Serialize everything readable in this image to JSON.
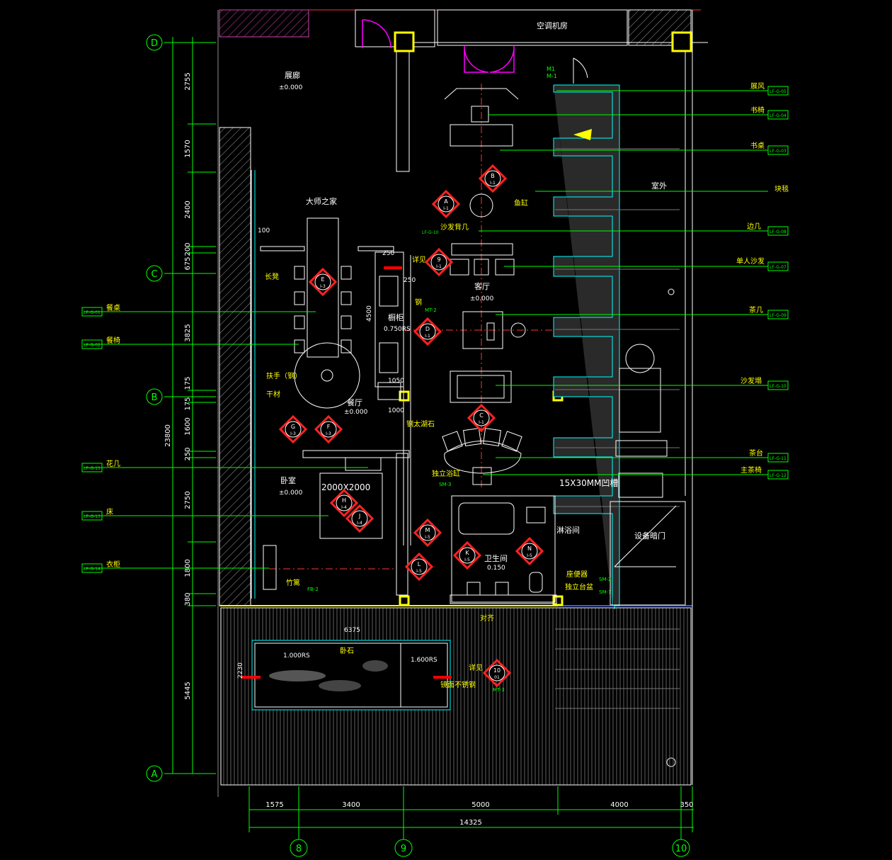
{
  "grid": {
    "rows": [
      "D",
      "C",
      "B",
      "A"
    ],
    "cols": [
      "8",
      "9",
      "10"
    ]
  },
  "dims": {
    "left": [
      "2755",
      "1570",
      "2400",
      "200",
      "675",
      "3825",
      "175",
      "175",
      "1600",
      "250",
      "2750",
      "1800",
      "380",
      "5445"
    ],
    "total_vertical": "23800",
    "bottom": [
      "1575",
      "3400",
      "5000",
      "4000",
      "350"
    ],
    "total_horizontal": "14325",
    "misc": [
      "100",
      "250",
      "250",
      "4500",
      "1050",
      "1000",
      "6375",
      "2230"
    ]
  },
  "rooms": {
    "ac_room": "空调机房",
    "corridor": "展廊",
    "corridor_level": "±0.000",
    "master_home": "大师之家",
    "living": "客厅",
    "living_level": "±0.000",
    "dining": "餐厅",
    "dining_level": "±0.000",
    "bedroom": "卧室",
    "bedroom_level": "±0.000",
    "bath": "卫生间",
    "bath_level": "0.150",
    "shower": "淋浴间",
    "outdoor": "室外",
    "cabinet": "橱柜",
    "cabinet_level": "0.750RS",
    "pool_a": "1.000RS",
    "pool_b": "1.600RS",
    "bed_size": "2000X2000",
    "groove": "15X30MM凹槽",
    "equipment_door": "设备暗门"
  },
  "labels_right": [
    {
      "text": "展风",
      "code": "LF-G-05"
    },
    {
      "text": "书椅",
      "code": "LF-G-04"
    },
    {
      "text": "书桌",
      "code": "LF-G-03"
    },
    {
      "text": "块毯",
      "code": ""
    },
    {
      "text": "边几",
      "code": "LF-G-08"
    },
    {
      "text": "单人沙发",
      "code": "LF-G-07"
    },
    {
      "text": "茶几",
      "code": "LF-G-09"
    },
    {
      "text": "沙发塌",
      "code": "LF-G-10"
    },
    {
      "text": "茶台",
      "code": "LF-G-11"
    },
    {
      "text": "主茶椅",
      "code": "LF-G-12"
    }
  ],
  "labels_left": [
    {
      "text": "餐桌",
      "code": "LF-G-01"
    },
    {
      "text": "餐椅",
      "code": "LF-G-02"
    },
    {
      "text": "花几",
      "code": "LF-G-15"
    },
    {
      "text": "床",
      "code": "LF-G-13"
    },
    {
      "text": "衣柜",
      "code": "LF-G-14"
    }
  ],
  "labels_misc": {
    "long_bench": "长凳",
    "railing": "扶手（钢）",
    "dry_mat": "干材",
    "bamboo": "竹篱",
    "bamboo_code": "FB-2",
    "sofa_back": "沙发背几",
    "sofa_back_code": "LF-G-10",
    "side_tbl": "详见",
    "goldfish": "鱼缸",
    "steel": "钢",
    "steel_code": "MT-2",
    "lake_stone": "钢太湖石",
    "tub": "独立浴缸",
    "tub_code": "SM-3",
    "toilet": "座便器",
    "toilet_code": "SM-2",
    "basin": "独立台盆",
    "basin_code": "SM-1",
    "align": "对齐",
    "rock": "卧石",
    "see": "详见",
    "mirror_steel": "镜面不锈钢",
    "mirror_code": "MT-3",
    "door_tag": "M1",
    "door_tag2": "M-1"
  },
  "elevation_marks": [
    {
      "letter": "A",
      "sheet": "I-1"
    },
    {
      "letter": "B",
      "sheet": "I-1"
    },
    {
      "letter": "C",
      "sheet": "I-1"
    },
    {
      "letter": "D",
      "sheet": "I-1"
    },
    {
      "letter": "E",
      "sheet": "I-3"
    },
    {
      "letter": "F",
      "sheet": "I-3"
    },
    {
      "letter": "G",
      "sheet": "I-3"
    },
    {
      "letter": "H",
      "sheet": "I-4"
    },
    {
      "letter": "J",
      "sheet": "I-4"
    },
    {
      "letter": "K",
      "sheet": "I-5"
    },
    {
      "letter": "M",
      "sheet": "I-5"
    },
    {
      "letter": "L",
      "sheet": "I-5"
    },
    {
      "letter": "N",
      "sheet": "I-5"
    },
    {
      "letter": "9",
      "sheet": "I-1"
    },
    {
      "letter": "10",
      "sheet": "01"
    }
  ],
  "colors": {
    "wall": "#ffffff",
    "dim": "#00ff00",
    "cyan": "#00ffff",
    "text": "#ffff00",
    "red": "#ff0000",
    "magenta": "#ff00ff",
    "grey": "#9a9a9a",
    "column": "#ffff00"
  }
}
